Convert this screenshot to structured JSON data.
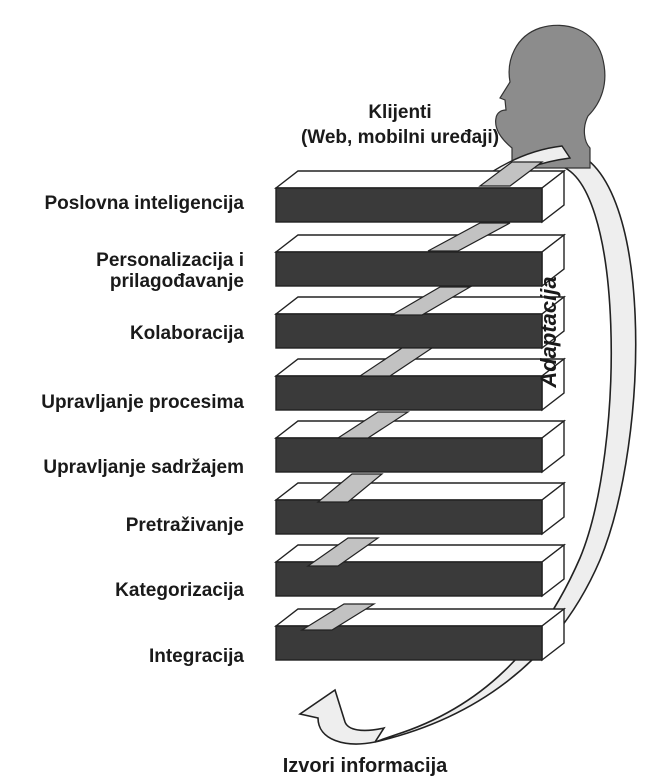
{
  "diagram": {
    "clients": {
      "line1": "Klijenti",
      "line2": "(Web, mobilni uređaji)"
    },
    "sources": "Izvori informacija",
    "adaptation": "Adaptacija",
    "layers": [
      {
        "label": "Poslovna inteligencija"
      },
      {
        "label_line1": "Personalizacija i",
        "label_line2": "prilagođavanje"
      },
      {
        "label": "Kolaboracija"
      },
      {
        "label": "Upravljanje procesima"
      },
      {
        "label": "Upravljanje sadržajem"
      },
      {
        "label": "Pretraživanje"
      },
      {
        "label": "Kategorizacija"
      },
      {
        "label": "Integracija"
      }
    ],
    "colors": {
      "slab_front": "#3a3a3a",
      "slab_top": "#ffffff",
      "connector": "#c2c2c2",
      "arrow_fill": "#eeeeee",
      "head": "#8c8c8c",
      "outline": "#222222"
    }
  }
}
